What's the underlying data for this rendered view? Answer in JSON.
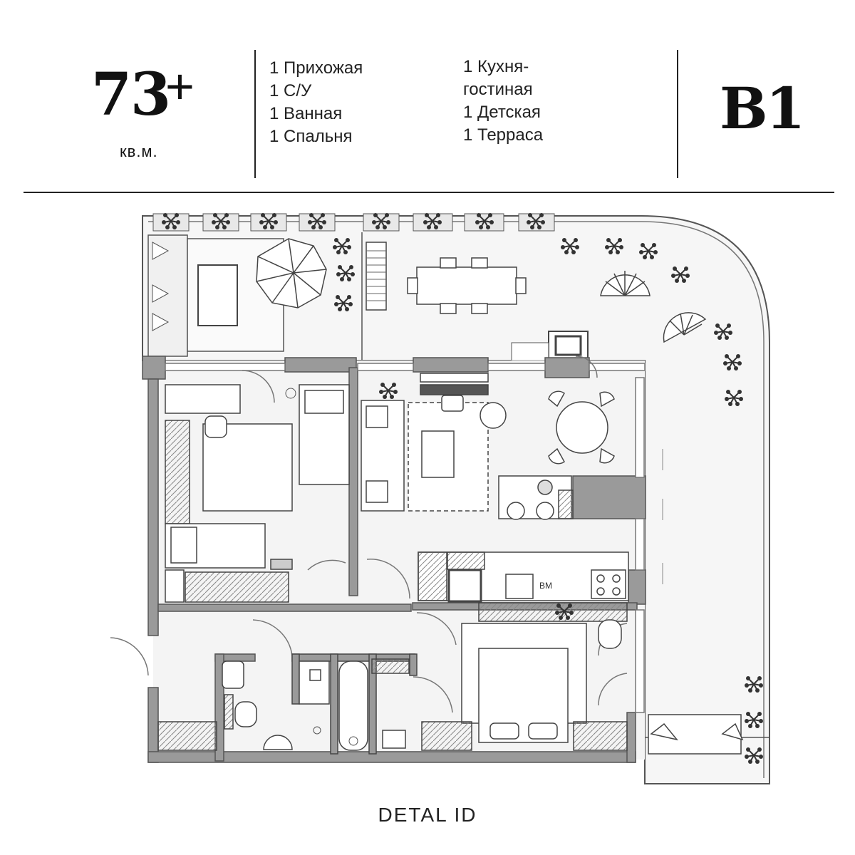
{
  "header": {
    "area_value": "73",
    "area_plus": "+",
    "area_unit": "кв.м.",
    "rooms_left": [
      "1 Прихожая",
      "1 С/У",
      "1 Ванная",
      "1 Спальня"
    ],
    "rooms_right": [
      "1 Кухня-",
      "гостиная",
      "1 Детская",
      "1 Терраса"
    ],
    "plan_code": "B1"
  },
  "plan": {
    "wall_color": "#9a9a9a",
    "line_color": "#555555",
    "fill_color": "#f4f4f4",
    "plant_color": "#333333",
    "appliance_label": "ВМ"
  },
  "footer": {
    "brand": "DETAL ID"
  }
}
